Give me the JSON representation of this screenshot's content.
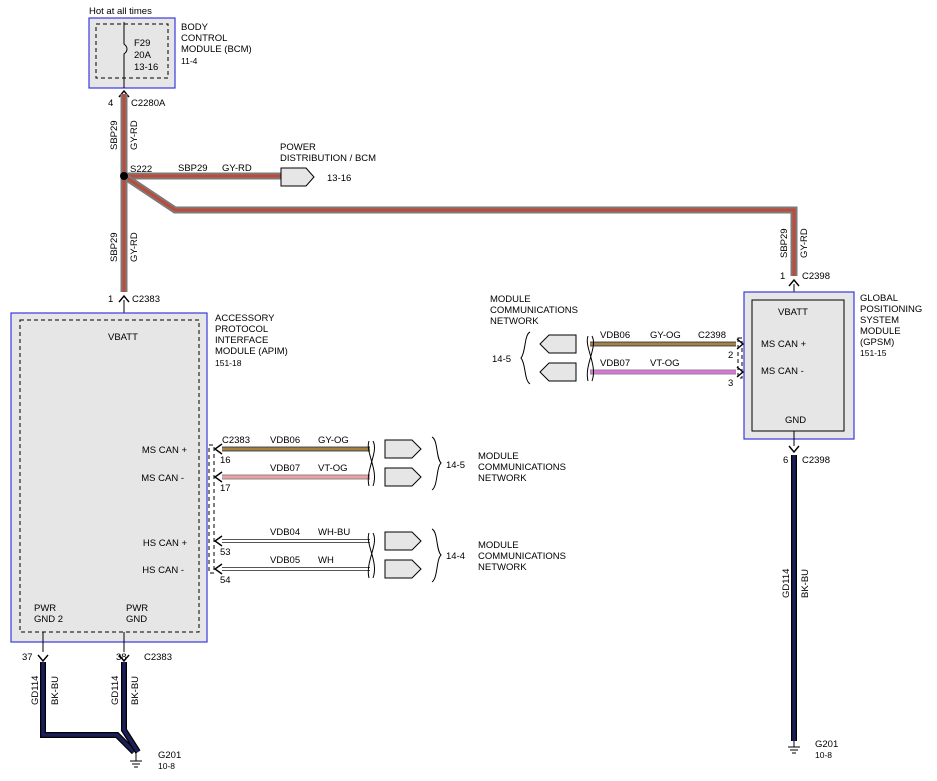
{
  "bcm": {
    "hot_label": "Hot at all times",
    "fuse_id": "F29",
    "fuse_rating": "20A",
    "fuse_ref": "13-16",
    "name_lines": [
      "BODY",
      "CONTROL",
      "MODULE (BCM)"
    ],
    "ref": "11-4"
  },
  "bcm_output": {
    "pin": "4",
    "connector": "C2280A"
  },
  "wire_sbp29_top": {
    "circuit": "SBP29",
    "color": "GY-RD"
  },
  "splice": {
    "id": "S222"
  },
  "power_dist": {
    "circuit": "SBP29",
    "color": "GY-RD",
    "name_lines": [
      "POWER",
      "DISTRIBUTION / BCM"
    ],
    "ref": "13-16"
  },
  "wire_sbp29_apim": {
    "circuit": "SBP29",
    "color": "GY-RD"
  },
  "wire_sbp29_gpsm": {
    "circuit": "SBP29",
    "color": "GY-RD"
  },
  "apim": {
    "name_lines": [
      "ACCESSORY",
      "PROTOCOL",
      "INTERFACE",
      "MODULE (APIM)"
    ],
    "ref": "151-18",
    "input_pin": "1",
    "input_connector": "C2383",
    "vbatt": "VBATT",
    "pins": [
      {
        "label": "MS CAN +",
        "num": "16",
        "connector": "C2383",
        "circuit": "VDB06",
        "color": "GY-OG"
      },
      {
        "label": "MS CAN -",
        "num": "17",
        "connector": "",
        "circuit": "VDB07",
        "color": "VT-OG"
      },
      {
        "label": "HS CAN +",
        "num": "53",
        "connector": "",
        "circuit": "VDB04",
        "color": "WH-BU"
      },
      {
        "label": "HS CAN -",
        "num": "54",
        "connector": "",
        "circuit": "VDB05",
        "color": "WH"
      }
    ],
    "gnd_left": {
      "line1": "PWR",
      "line2": "GND 2",
      "pin": "37",
      "circuit": "GD114",
      "color": "BK-BU"
    },
    "gnd_right": {
      "line1": "PWR",
      "line2": "GND",
      "pin": "38",
      "connector": "C2383",
      "circuit": "GD114",
      "color": "BK-BU"
    }
  },
  "mcn_ms": {
    "name_lines": [
      "MODULE",
      "COMMUNICATIONS",
      "NETWORK"
    ],
    "ref": "14-5"
  },
  "mcn_hs": {
    "name_lines": [
      "MODULE",
      "COMMUNICATIONS",
      "NETWORK"
    ],
    "ref": "14-4"
  },
  "ground_left": {
    "id": "G201",
    "ref": "10-8"
  },
  "gpsm": {
    "name_lines": [
      "GLOBAL",
      "POSITIONING",
      "SYSTEM",
      "MODULE",
      "(GPSM)"
    ],
    "ref": "151-15",
    "input_pin": "1",
    "input_connector": "C2398",
    "vbatt": "VBATT",
    "gnd": "GND",
    "pins": [
      {
        "label": "MS CAN +",
        "num": "2",
        "connector": "C2398",
        "circuit": "VDB06",
        "color": "GY-OG"
      },
      {
        "label": "MS CAN -",
        "num": "3",
        "connector": "",
        "circuit": "VDB07",
        "color": "VT-OG"
      }
    ],
    "gnd_pin": "6",
    "gnd_connector": "C2398",
    "gnd_circuit": "GD114",
    "gnd_color": "BK-BU"
  },
  "mcn_gpsm": {
    "name_lines": [
      "MODULE",
      "COMMUNICATIONS",
      "NETWORK"
    ],
    "ref": "14-5"
  },
  "ground_right": {
    "id": "G201",
    "ref": "10-8"
  },
  "colors": {
    "module_frame": "#3a3ae0",
    "module_fill": "#e6e6e6",
    "wire_gy_rd_core": "#c04a3a",
    "wire_gy_og_core": "#a8823a",
    "wire_vt_og_core": "#f0a0a0",
    "wire_vt_og_gpsm_core": "#e070e0",
    "wire_wh_core": "#ffffff",
    "wire_bk_bu": "#1a1f5a"
  }
}
